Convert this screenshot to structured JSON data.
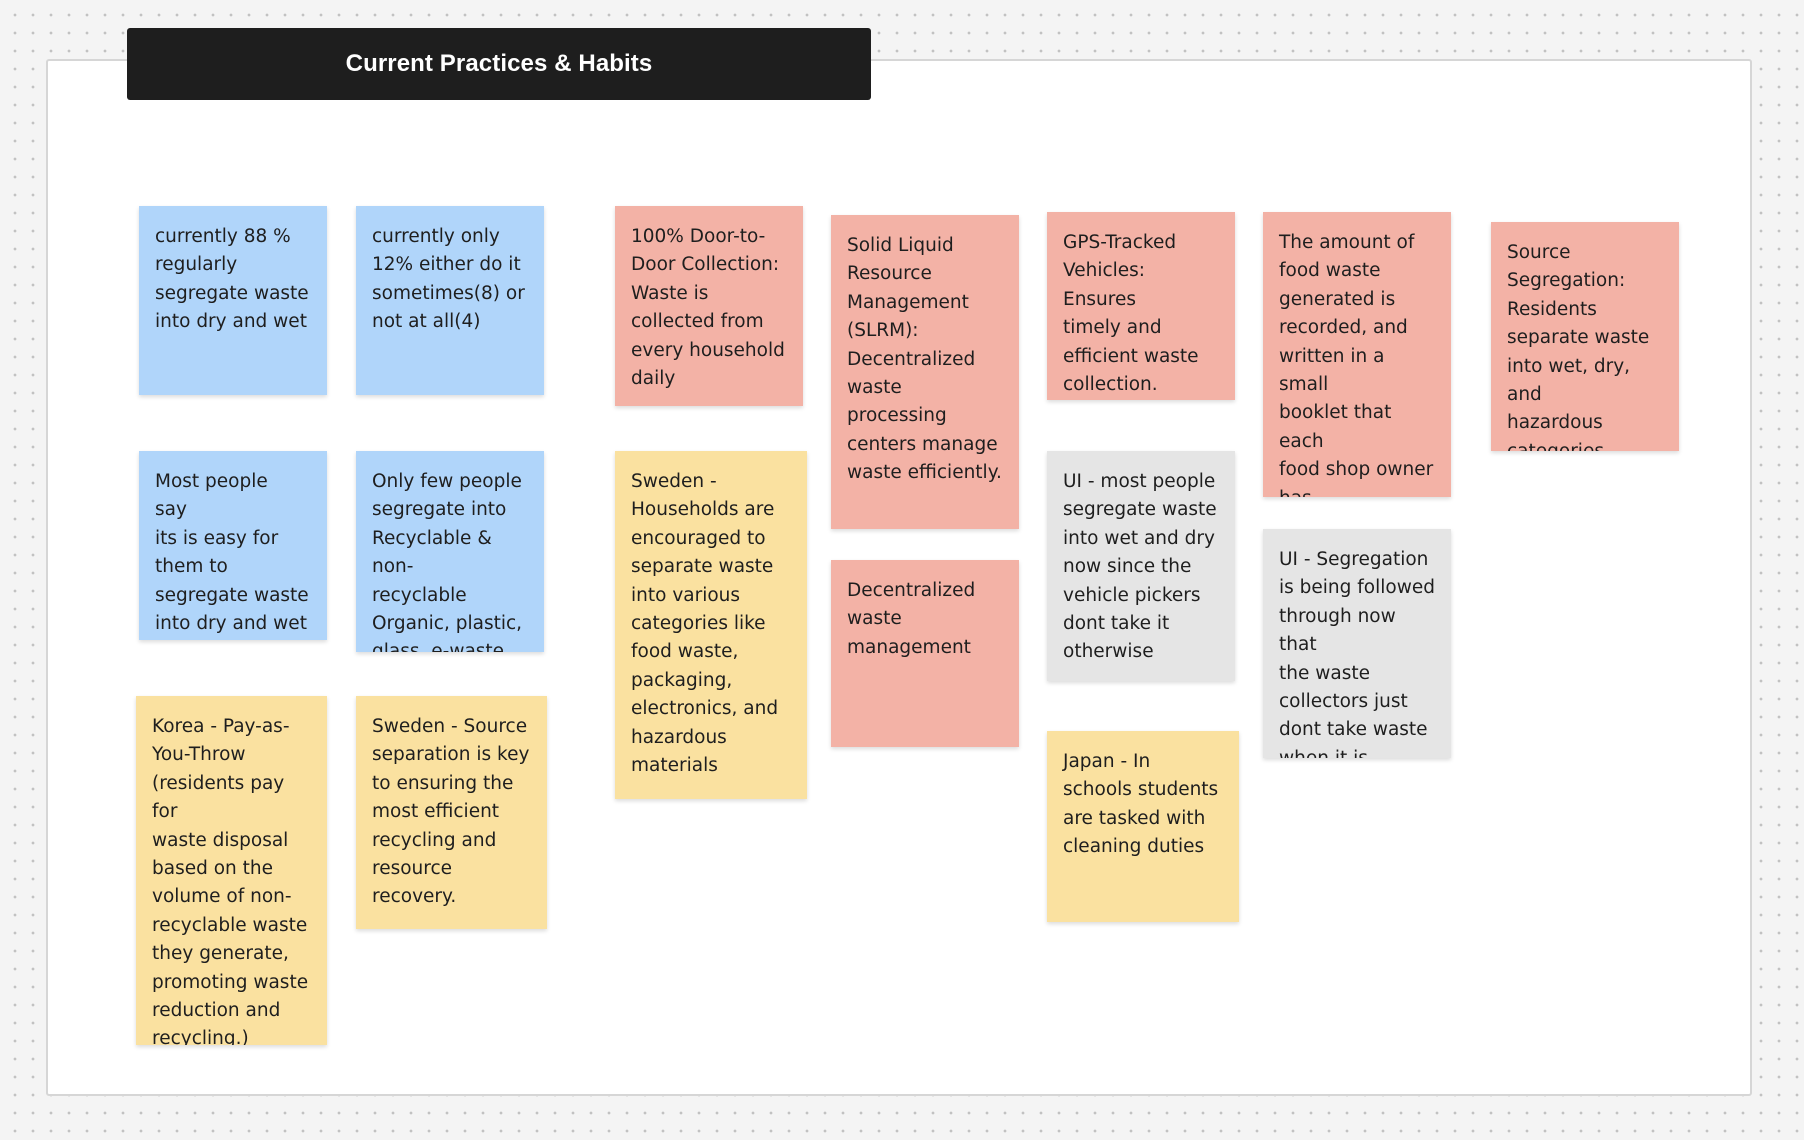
{
  "section": {
    "title": "Current Practices & Habits"
  },
  "stickies": [
    {
      "text": "currently 88 %\nregularly\nsegregate waste\ninto dry and wet",
      "color": "#b0d5fa"
    },
    {
      "text": "currently only\n12% either do it\nsometimes(8) or\nnot at all(4)",
      "color": "#b0d5fa"
    },
    {
      "text": "Most people  say\nits is easy for\nthem to\nsegregate waste\ninto dry and wet",
      "color": "#b0d5fa"
    },
    {
      "text": "Only few people\nsegregate into\nRecyclable & non-\nrecyclable\nOrganic, plastic,\nglass, e-waste",
      "color": "#b0d5fa"
    },
    {
      "text": "Korea - Pay-as-\nYou-Throw\n(residents pay for\nwaste disposal\nbased on the\nvolume of non-\nrecyclable waste\nthey generate,\npromoting waste\nreduction and\nrecycling.)",
      "color": "#fae1a0"
    },
    {
      "text": "Sweden - Source\nseparation is key\nto ensuring the\nmost efficient\nrecycling and\nresource\nrecovery.",
      "color": "#fae1a0"
    },
    {
      "text": "100% Door-to-\nDoor Collection:\nWaste is\ncollected from\nevery household\ndaily",
      "color": "#f3b2a6"
    },
    {
      "text": "Sweden -\nHouseholds are\nencouraged to\nseparate waste\ninto various\ncategories like\nfood waste,\npackaging,\nelectronics, and\nhazardous\nmaterials",
      "color": "#fae1a0"
    },
    {
      "text": "Solid Liquid\nResource\nManagement\n(SLRM):\nDecentralized\nwaste processing\ncenters manage\nwaste efficiently.",
      "color": "#f3b2a6"
    },
    {
      "text": "Decentralized\nwaste\nmanagement",
      "color": "#f3b2a6"
    },
    {
      "text": "GPS-Tracked\nVehicles: Ensures\ntimely and\nefficient waste\ncollection.",
      "color": "#f3b2a6"
    },
    {
      "text": "UI - most people\nsegregate waste\ninto wet and dry\nnow since the\nvehicle pickers\ndont take it\notherwise",
      "color": "#e5e5e5"
    },
    {
      "text": "Japan - In\nschools students\nare tasked with\ncleaning duties",
      "color": "#fae1a0"
    },
    {
      "text": "The amount of\nfood waste\ngenerated is\nrecorded, and\nwritten in a small\nbooklet that each\nfood shop owner\nhas.",
      "color": "#f3b2a6"
    },
    {
      "text": "UI - Segregation\nis being followed\nthrough now that\nthe waste\ncollectors just\ndont take waste\nwhen it is",
      "color": "#e5e5e5"
    },
    {
      "text": "Source\nSegregation:\nResidents\nseparate waste\ninto wet, dry, and\nhazardous\ncategories.",
      "color": "#f3b2a6"
    }
  ]
}
